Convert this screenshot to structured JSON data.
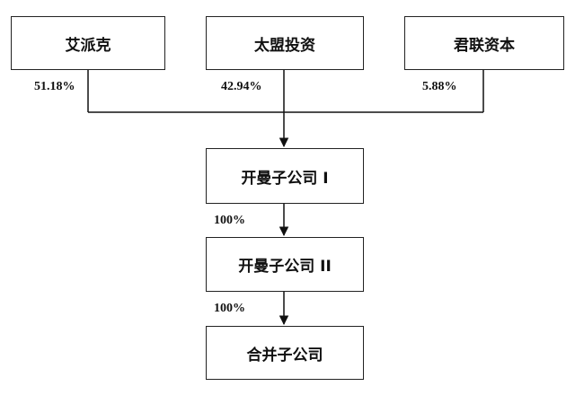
{
  "shareholders": [
    {
      "name": "艾派克",
      "share": "51.18%"
    },
    {
      "name": "太盟投资",
      "share": "42.94%"
    },
    {
      "name": "君联资本",
      "share": "5.88%"
    }
  ],
  "chain": [
    {
      "name": "开曼子公司 I",
      "share_label": "100%"
    },
    {
      "name": "开曼子公司 II",
      "share_label": "100%"
    },
    {
      "name": "合并子公司"
    }
  ]
}
